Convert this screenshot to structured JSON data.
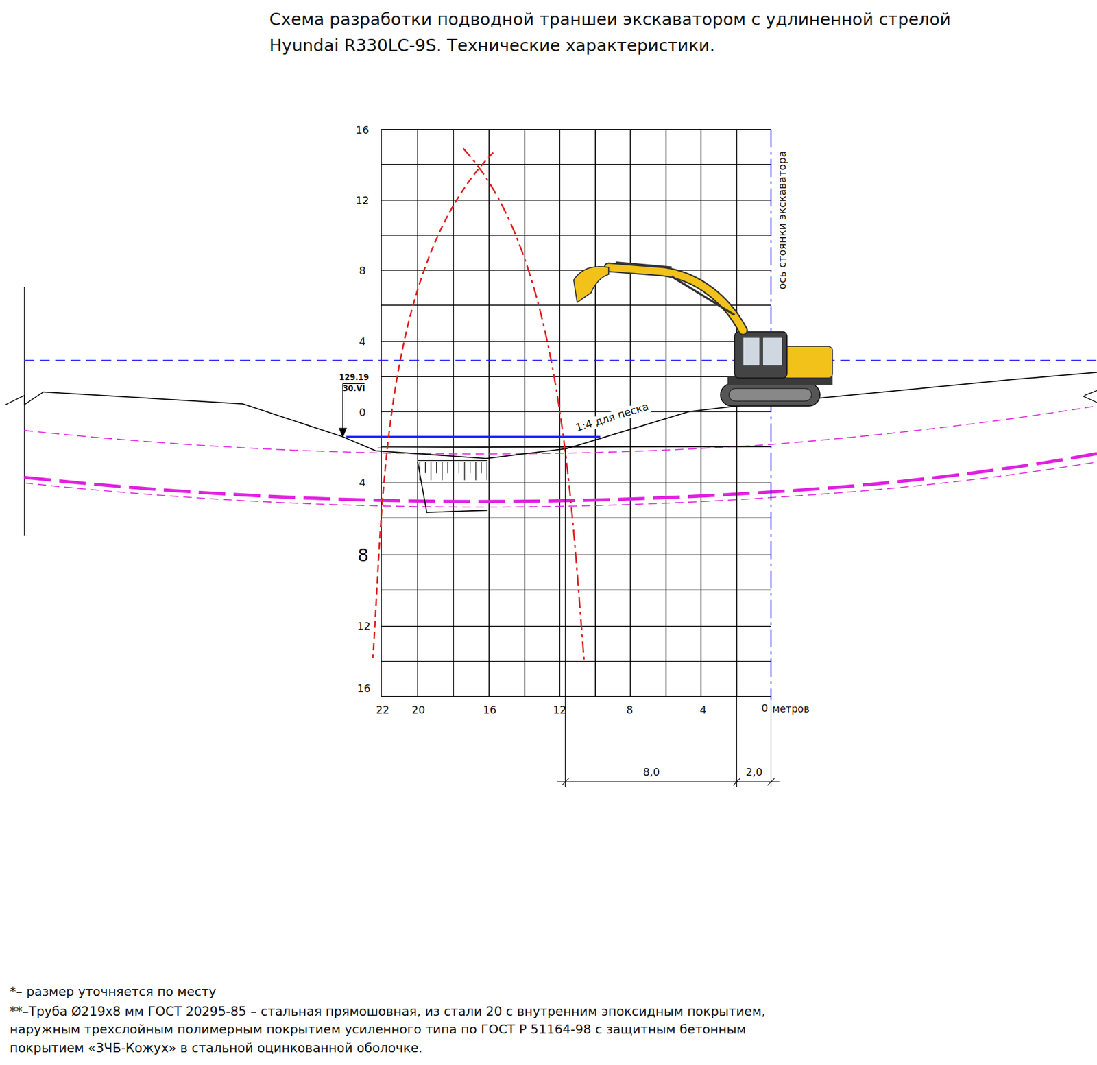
{
  "diagram": {
    "title": "Схема разработки подводной траншеи экскаватором с удлиненной стрелой Hyundai R330LC-9S. Технические характеристики.",
    "labels": [
      "16",
      "12",
      "8",
      "4",
      "0",
      "4",
      "8",
      "12",
      "16",
      "22",
      "20",
      "16",
      "12",
      "8",
      "4",
      "0",
      "метров",
      "ось стоянки экскаватора",
      "129.19",
      "30.VI",
      "1:4 для песка",
      "8,0",
      "2,0",
      "*– размер уточняется по месту",
      "**–Труба Ø219х8 мм ГОСТ 20295-85 – стальная прямошовная, из стали 20 с внутренним эпоксидным покрытием, наружным трехслойным полимерным покрытием усиленного типа по ГОСТ Р 51164-98 с защитным бетонным покрытием «ЗЧБ-Кожух» в стальной оцинкованной оболочке."
    ]
  }
}
